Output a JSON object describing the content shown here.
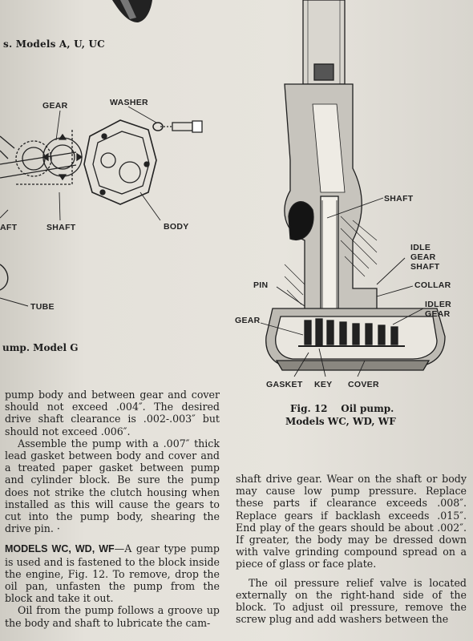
{
  "page": {
    "header": "s. Models A, U, UC"
  },
  "figure_left": {
    "labels": {
      "gear": "GEAR",
      "washer": "WASHER",
      "aft": "AFT",
      "shaft": "SHAFT",
      "body": "BODY",
      "tube": "TUBE"
    },
    "caption": "ump. Model G"
  },
  "figure_right": {
    "labels": {
      "shaft": "SHAFT",
      "idle_gear_shaft_1": "IDLE",
      "idle_gear_shaft_2": "GEAR",
      "idle_gear_shaft_3": "SHAFT",
      "pin": "PIN",
      "collar": "COLLAR",
      "gear": "GEAR",
      "idler_gear_1": "IDLER",
      "idler_gear_2": "GEAR",
      "gasket": "GASKET",
      "key": "KEY",
      "cover": "COVER"
    },
    "caption_line1": "Fig. 12    Oil pump.",
    "caption_line2": "Models WC, WD, WF"
  },
  "text": {
    "left_p1": "pump body and between gear and cover should not exceed .004″. The desired drive shaft clearance is .002-.003″ but should not exceed .006″.",
    "left_p2": "Assemble the pump with a .007″ thick lead gasket between body and cover and a treated paper gasket between pump and cylinder block. Be sure the pump does not strike the clutch housing when installed as this will cause the gears to cut into the pump body, shearing the drive pin. ·",
    "left_p3_runin": "MODELS WC, WD, WF",
    "left_p3": "—A gear type pump is used and is fastened to the block inside the engine, Fig. 12. To remove, drop the oil pan, unfasten the pump from the block and take it out.",
    "left_p4": "Oil from the pump follows a groove up the body and shaft to lubricate the cam-",
    "right_p1": "shaft drive gear. Wear on the shaft or body may cause low pump pressure. Replace these parts if clearance exceeds .008″. Replace gears if backlash exceeds .015″. End play of the gears should be about .002″. If greater, the body may be dressed down with valve grinding compound spread on a piece of glass or face plate.",
    "right_p2": "The oil pressure relief valve is located externally on the right-hand side of the block. To adjust oil pressure, remove the screw plug and add washers between the"
  }
}
